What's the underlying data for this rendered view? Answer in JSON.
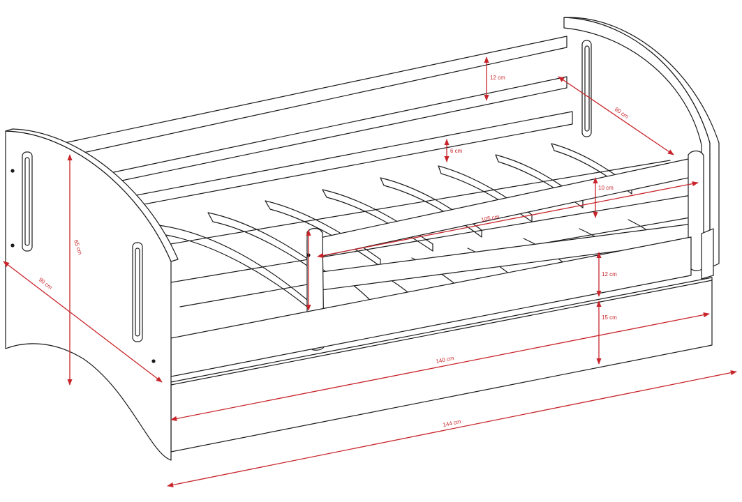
{
  "diagram": {
    "dimensions": [
      {
        "id": "top-rail-height",
        "label": "12 cm"
      },
      {
        "id": "headboard-depth",
        "label": "80 cm"
      },
      {
        "id": "lower-rail-height",
        "label": "6 cm"
      },
      {
        "id": "guard-rail-height",
        "label": "10 cm"
      },
      {
        "id": "guard-length",
        "label": "105 cm"
      },
      {
        "id": "total-height",
        "label": "65 cm"
      },
      {
        "id": "total-width",
        "label": "90 cm"
      },
      {
        "id": "side-board-height",
        "label": "12 cm"
      },
      {
        "id": "drawer-height",
        "label": "15 cm"
      },
      {
        "id": "inner-length",
        "label": "140 cm"
      },
      {
        "id": "total-length",
        "label": "144 cm"
      }
    ],
    "colors": {
      "lines": "#1a1a1a",
      "dimensions": "#c8252b",
      "background": "#ffffff"
    }
  }
}
